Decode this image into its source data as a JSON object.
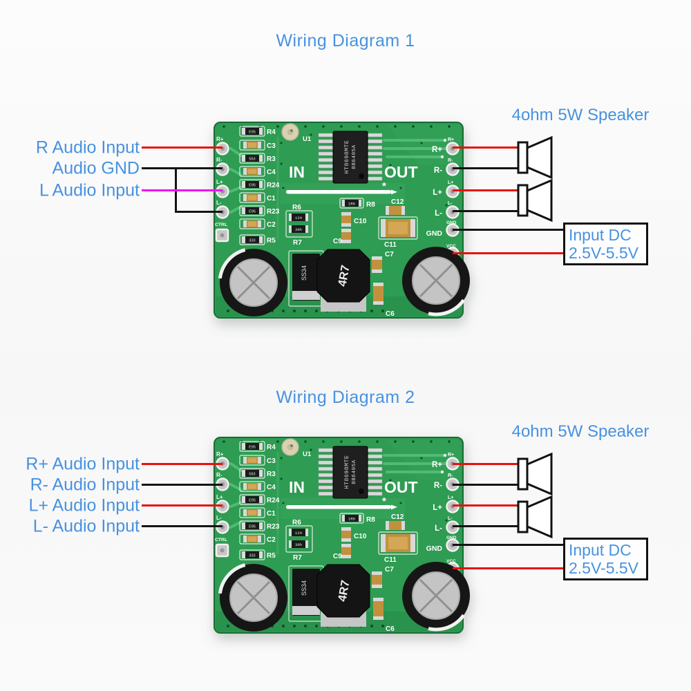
{
  "colors": {
    "accent_blue": "#4792E0",
    "wire_red": "#E8100C",
    "wire_black": "#141414",
    "wire_magenta": "#EE11EE",
    "pcb_green": "#2E9C52",
    "power_box_border": "#111111"
  },
  "diagram1": {
    "title": "Wiring Diagram 1",
    "speaker_title": "4ohm 5W Speaker",
    "inputs": [
      {
        "label": "R Audio Input",
        "wire": "red"
      },
      {
        "label": "Audio GND",
        "wire": "black"
      },
      {
        "label": "L Audio Input",
        "wire": "magenta"
      }
    ],
    "power_box": {
      "line1": "Input DC",
      "line2": "2.5V-5.5V"
    }
  },
  "diagram2": {
    "title": "Wiring Diagram 2",
    "speaker_title": "4ohm 5W Speaker",
    "inputs": [
      {
        "label": "R+ Audio Input",
        "wire": "red"
      },
      {
        "label": "R- Audio Input",
        "wire": "black"
      },
      {
        "label": "L+ Audio Input",
        "wire": "red"
      },
      {
        "label": "L- Audio Input",
        "wire": "black"
      }
    ],
    "power_box": {
      "line1": "Input DC",
      "line2": "2.5V-5.5V"
    }
  },
  "pcb": {
    "left_pins": [
      "R+",
      "R-",
      "L+",
      "L-",
      "CTRL"
    ],
    "right_pins": [
      "R+",
      "R-",
      "L+",
      "L-",
      "GND",
      "VCC"
    ],
    "silkscreen": {
      "input": "IN",
      "output": "OUT"
    },
    "ic": {
      "designator": "U1",
      "line1": "HT8698MTE",
      "line2": "BB6405A"
    },
    "left_column": [
      {
        "ref": "R4",
        "value": "E95"
      },
      {
        "ref": "C3",
        "value": ""
      },
      {
        "ref": "R3",
        "value": "563"
      },
      {
        "ref": "C4",
        "value": ""
      },
      {
        "ref": "R24",
        "value": "E95"
      },
      {
        "ref": "C1",
        "value": ""
      },
      {
        "ref": "R23",
        "value": "E95"
      },
      {
        "ref": "C2",
        "value": ""
      },
      {
        "ref": "R5",
        "value": "333"
      }
    ],
    "mid": {
      "r6": "R6",
      "r6_values": [
        "124",
        "30h"
      ],
      "r7": "R7",
      "r8": "R8",
      "r8_value": "1R0",
      "c9": "C9",
      "c10": "C10",
      "c11": "C11",
      "c12": "C12",
      "c7": "C7",
      "c6": "C6"
    },
    "diode": "SS34",
    "inductor": "4R7"
  }
}
